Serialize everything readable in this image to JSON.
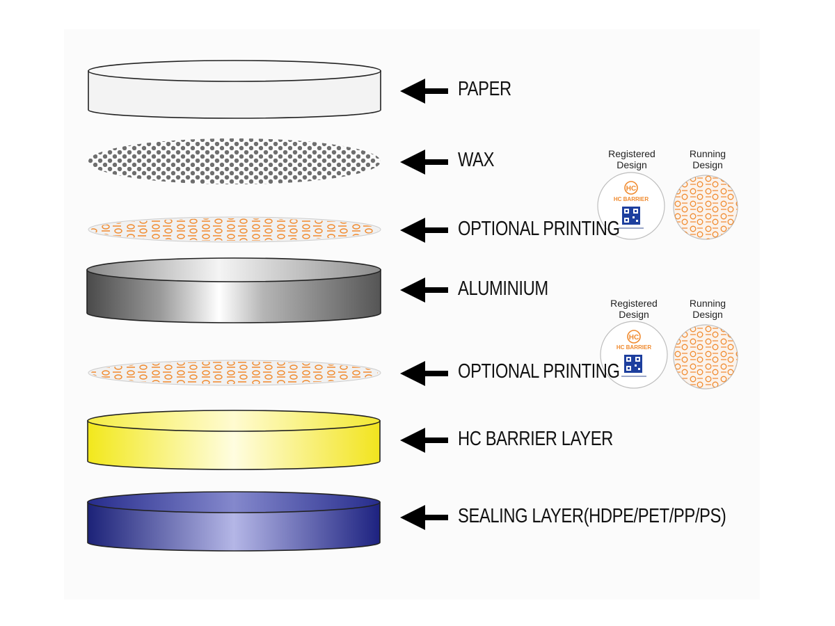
{
  "layers": [
    {
      "key": "paper",
      "label": "PAPER"
    },
    {
      "key": "wax",
      "label": "WAX"
    },
    {
      "key": "print1",
      "label": "OPTIONAL PRINTING"
    },
    {
      "key": "aluminium",
      "label": "ALUMINIUM"
    },
    {
      "key": "print2",
      "label": "OPTIONAL PRINTING"
    },
    {
      "key": "barrier",
      "label": "HC BARRIER LAYER"
    },
    {
      "key": "sealing",
      "label": "SEALING LAYER(HDPE/PET/PP/PS)"
    }
  ],
  "samples": [
    {
      "registered": {
        "line1": "Registered",
        "line2": "Design"
      },
      "running": {
        "line1": "Running",
        "line2": "Design"
      },
      "logo_text": "HC BARRIER",
      "logo_mark": "HC"
    },
    {
      "registered": {
        "line1": "Registered",
        "line2": "Design"
      },
      "running": {
        "line1": "Running",
        "line2": "Design"
      },
      "logo_text": "HC BARRIER",
      "logo_mark": "HC"
    }
  ],
  "colors": {
    "paper": "#f3f3f3",
    "wax_dot": "#6e6e6e",
    "print_mark": "#f08a2e",
    "aluminium": "#8a8a8a",
    "barrier": "#f5ec3a",
    "sealing": "#2a2f8f",
    "qr": "#1d3f9e",
    "arrow": "#000000"
  },
  "icons": {
    "arrow": "left-arrow-icon",
    "qr": "qr-code-icon",
    "logo": "hc-barrier-logo-icon"
  }
}
